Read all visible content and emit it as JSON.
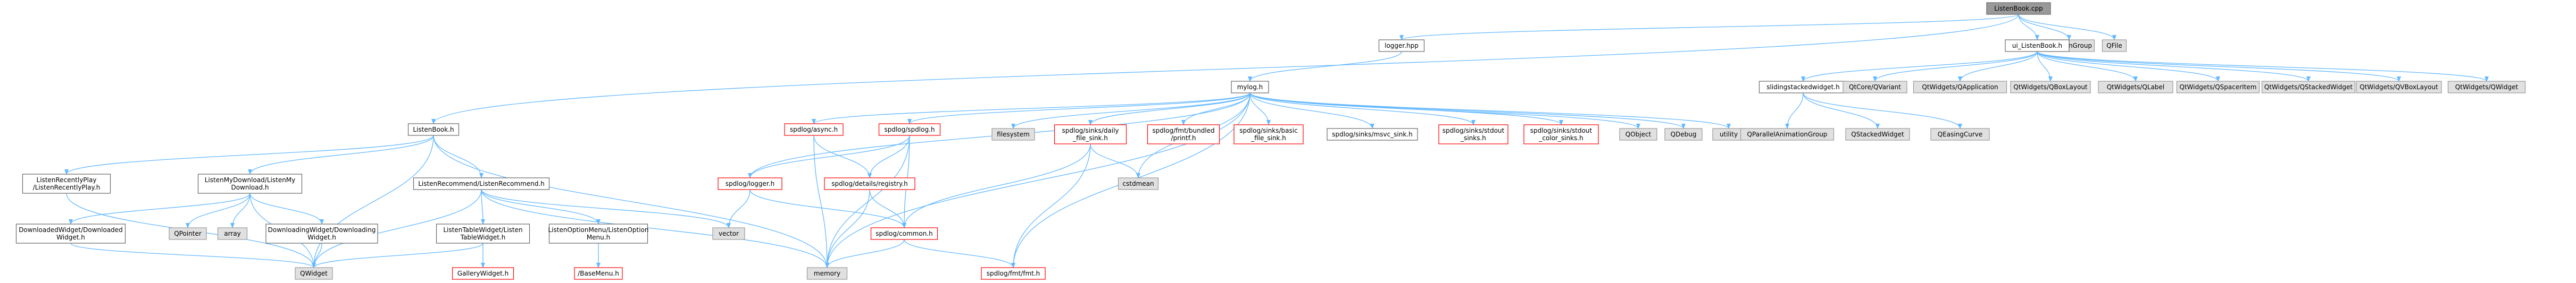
{
  "colors": {
    "edge": "#63b8ff",
    "external_fill": "#e0e0e0",
    "external_border": "#999999",
    "local_fill": "#ffffff",
    "local_border": "#666666",
    "incomplete_border": "#ff0000",
    "root_fill": "#999999",
    "root_border": "#666666"
  },
  "nodes": [
    {
      "id": "root",
      "kind": "root",
      "lines": [
        "ListenBook.cpp"
      ]
    },
    {
      "id": "qbuttongroup",
      "kind": "external",
      "lines": [
        "QButtonGroup"
      ]
    },
    {
      "id": "qfile",
      "kind": "external",
      "lines": [
        "QFile"
      ]
    },
    {
      "id": "logger_hpp",
      "kind": "local",
      "lines": [
        "logger.hpp"
      ]
    },
    {
      "id": "ui_listenbook",
      "kind": "local",
      "lines": [
        "ui_ListenBook.h"
      ]
    },
    {
      "id": "mylog",
      "kind": "local",
      "lines": [
        "mylog.h"
      ]
    },
    {
      "id": "stackedwidget",
      "kind": "local",
      "lines": [
        "slidingstackedwidget.h"
      ]
    },
    {
      "id": "qcoreapp",
      "kind": "external",
      "lines": [
        "QtCore/QVariant"
      ]
    },
    {
      "id": "qapp",
      "kind": "external",
      "lines": [
        "QtWidgets/QApplication"
      ]
    },
    {
      "id": "qboxlayout",
      "kind": "external",
      "lines": [
        "QtWidgets/QBoxLayout"
      ]
    },
    {
      "id": "qlabel",
      "kind": "external",
      "lines": [
        "QtWidgets/QLabel"
      ]
    },
    {
      "id": "qspaceritem",
      "kind": "external",
      "lines": [
        "QtWidgets/QSpacerItem"
      ]
    },
    {
      "id": "qstackedwidget",
      "kind": "external",
      "lines": [
        "QtWidgets/QStackedWidget"
      ]
    },
    {
      "id": "qvboxlayout",
      "kind": "external",
      "lines": [
        "QtWidgets/QVBoxLayout"
      ]
    },
    {
      "id": "qwidget_w",
      "kind": "external",
      "lines": [
        "QtWidgets/QWidget"
      ]
    },
    {
      "id": "listenbook_h",
      "kind": "local",
      "lines": [
        "ListenBook.h"
      ]
    },
    {
      "id": "spd_async",
      "kind": "incomplete",
      "lines": [
        "spdlog/async.h"
      ]
    },
    {
      "id": "spd_spdlog",
      "kind": "incomplete",
      "lines": [
        "spdlog/spdlog.h"
      ]
    },
    {
      "id": "filesystem",
      "kind": "external",
      "lines": [
        "filesystem"
      ]
    },
    {
      "id": "spd_daily",
      "kind": "incomplete",
      "lines": [
        "spdlog/sinks/daily",
        "_file_sink.h"
      ]
    },
    {
      "id": "spd_bundled",
      "kind": "incomplete",
      "lines": [
        "spdlog/fmt/bundled",
        "/printf.h"
      ]
    },
    {
      "id": "spd_basic",
      "kind": "incomplete",
      "lines": [
        "spdlog/sinks/basic",
        "_file_sink.h"
      ]
    },
    {
      "id": "spd_msvc",
      "kind": "local",
      "lines": [
        "spdlog/sinks/msvc_sink.h"
      ]
    },
    {
      "id": "spd_stdout",
      "kind": "incomplete",
      "lines": [
        "spdlog/sinks/stdout",
        "_sinks.h"
      ]
    },
    {
      "id": "spd_color",
      "kind": "incomplete",
      "lines": [
        "spdlog/sinks/stdout",
        "_color_sinks.h"
      ]
    },
    {
      "id": "qobject",
      "kind": "external",
      "lines": [
        "QObject"
      ]
    },
    {
      "id": "qdebug",
      "kind": "external",
      "lines": [
        "QDebug"
      ]
    },
    {
      "id": "utility",
      "kind": "external",
      "lines": [
        "utility"
      ]
    },
    {
      "id": "qparallel",
      "kind": "external",
      "lines": [
        "QParallelAnimationGroup"
      ]
    },
    {
      "id": "qstacked2",
      "kind": "external",
      "lines": [
        "QStackedWidget"
      ]
    },
    {
      "id": "qeasing",
      "kind": "external",
      "lines": [
        "QEasingCurve"
      ]
    },
    {
      "id": "recently",
      "kind": "local",
      "lines": [
        "ListenRecentlyPlay",
        "/ListenRecentlyPlay.h"
      ]
    },
    {
      "id": "mydownload",
      "kind": "local",
      "lines": [
        "ListenMyDownload/ListenMy",
        "Download.h"
      ]
    },
    {
      "id": "recommend",
      "kind": "local",
      "lines": [
        "ListenRecommend/ListenRecommend.h"
      ]
    },
    {
      "id": "spd_logger",
      "kind": "incomplete",
      "lines": [
        "spdlog/logger.h"
      ]
    },
    {
      "id": "spd_registry",
      "kind": "incomplete",
      "lines": [
        "spdlog/details/registry.h"
      ]
    },
    {
      "id": "cstdmean",
      "kind": "external",
      "lines": [
        "cstdmean"
      ]
    },
    {
      "id": "downloaded",
      "kind": "local",
      "lines": [
        "DownloadedWidget/Downloaded",
        "Widget.h"
      ]
    },
    {
      "id": "qtooltip",
      "kind": "external",
      "lines": [
        "QPointer"
      ]
    },
    {
      "id": "array",
      "kind": "external",
      "lines": [
        "array"
      ]
    },
    {
      "id": "downloading",
      "kind": "local",
      "lines": [
        "DownloadingWidget/Downloading",
        "Widget.h"
      ]
    },
    {
      "id": "tablewidget",
      "kind": "local",
      "lines": [
        "ListenTableWidget/Listen",
        "TableWidget.h"
      ]
    },
    {
      "id": "optionmenu",
      "kind": "local",
      "lines": [
        "ListenOptionMenu/ListenOption",
        "Menu.h"
      ]
    },
    {
      "id": "vector",
      "kind": "external",
      "lines": [
        "vector"
      ]
    },
    {
      "id": "spd_common",
      "kind": "incomplete",
      "lines": [
        "spdlog/common.h"
      ]
    },
    {
      "id": "qwidget",
      "kind": "external",
      "lines": [
        "QWidget"
      ]
    },
    {
      "id": "gallery",
      "kind": "incomplete",
      "lines": [
        "GalleryWidget.h"
      ]
    },
    {
      "id": "basemenu",
      "kind": "incomplete",
      "lines": [
        "/BaseMenu.h"
      ]
    },
    {
      "id": "memory",
      "kind": "external",
      "lines": [
        "memory"
      ]
    },
    {
      "id": "spd_fmt",
      "kind": "incomplete",
      "lines": [
        "spdlog/fmt/fmt.h"
      ]
    }
  ],
  "edges": [
    [
      "root",
      "qbuttongroup"
    ],
    [
      "root",
      "qfile"
    ],
    [
      "root",
      "logger_hpp"
    ],
    [
      "root",
      "ui_listenbook"
    ],
    [
      "root",
      "listenbook_h"
    ],
    [
      "logger_hpp",
      "mylog"
    ],
    [
      "mylog",
      "spd_async"
    ],
    [
      "mylog",
      "spd_spdlog"
    ],
    [
      "mylog",
      "filesystem"
    ],
    [
      "mylog",
      "spd_daily"
    ],
    [
      "mylog",
      "spd_bundled"
    ],
    [
      "mylog",
      "spd_basic"
    ],
    [
      "mylog",
      "spd_msvc"
    ],
    [
      "mylog",
      "spd_stdout"
    ],
    [
      "mylog",
      "spd_color"
    ],
    [
      "mylog",
      "qobject"
    ],
    [
      "mylog",
      "qdebug"
    ],
    [
      "mylog",
      "utility"
    ],
    [
      "mylog",
      "spd_logger"
    ],
    [
      "mylog",
      "cstdmean"
    ],
    [
      "mylog",
      "memory"
    ],
    [
      "mylog",
      "spd_fmt"
    ],
    [
      "ui_listenbook",
      "stackedwidget"
    ],
    [
      "ui_listenbook",
      "qcoreapp"
    ],
    [
      "ui_listenbook",
      "qapp"
    ],
    [
      "ui_listenbook",
      "qboxlayout"
    ],
    [
      "ui_listenbook",
      "qlabel"
    ],
    [
      "ui_listenbook",
      "qspaceritem"
    ],
    [
      "ui_listenbook",
      "qstackedwidget"
    ],
    [
      "ui_listenbook",
      "qvboxlayout"
    ],
    [
      "ui_listenbook",
      "qwidget_w"
    ],
    [
      "stackedwidget",
      "qparallel"
    ],
    [
      "stackedwidget",
      "qstacked2"
    ],
    [
      "stackedwidget",
      "qeasing"
    ],
    [
      "listenbook_h",
      "recently"
    ],
    [
      "listenbook_h",
      "mydownload"
    ],
    [
      "listenbook_h",
      "recommend"
    ],
    [
      "listenbook_h",
      "qwidget"
    ],
    [
      "listenbook_h",
      "memory"
    ],
    [
      "recently",
      "qwidget"
    ],
    [
      "mydownload",
      "downloaded"
    ],
    [
      "mydownload",
      "qtooltip"
    ],
    [
      "mydownload",
      "array"
    ],
    [
      "mydownload",
      "downloading"
    ],
    [
      "mydownload",
      "qwidget"
    ],
    [
      "downloaded",
      "qwidget"
    ],
    [
      "downloading",
      "qwidget"
    ],
    [
      "recommend",
      "tablewidget"
    ],
    [
      "recommend",
      "optionmenu"
    ],
    [
      "recommend",
      "vector"
    ],
    [
      "recommend",
      "qwidget"
    ],
    [
      "recommend",
      "memory"
    ],
    [
      "tablewidget",
      "gallery"
    ],
    [
      "tablewidget",
      "qwidget"
    ],
    [
      "optionmenu",
      "basemenu"
    ],
    [
      "spd_async",
      "spd_registry"
    ],
    [
      "spd_async",
      "memory"
    ],
    [
      "spd_spdlog",
      "spd_registry"
    ],
    [
      "spd_spdlog",
      "spd_logger"
    ],
    [
      "spd_spdlog",
      "spd_common"
    ],
    [
      "spd_spdlog",
      "memory"
    ],
    [
      "spd_daily",
      "cstdmean"
    ],
    [
      "spd_daily",
      "spd_common"
    ],
    [
      "spd_daily",
      "spd_fmt"
    ],
    [
      "spd_logger",
      "spd_common"
    ],
    [
      "spd_logger",
      "vector"
    ],
    [
      "spd_registry",
      "spd_common"
    ],
    [
      "spd_registry",
      "memory"
    ],
    [
      "spd_common",
      "spd_fmt"
    ],
    [
      "spd_common",
      "memory"
    ]
  ]
}
